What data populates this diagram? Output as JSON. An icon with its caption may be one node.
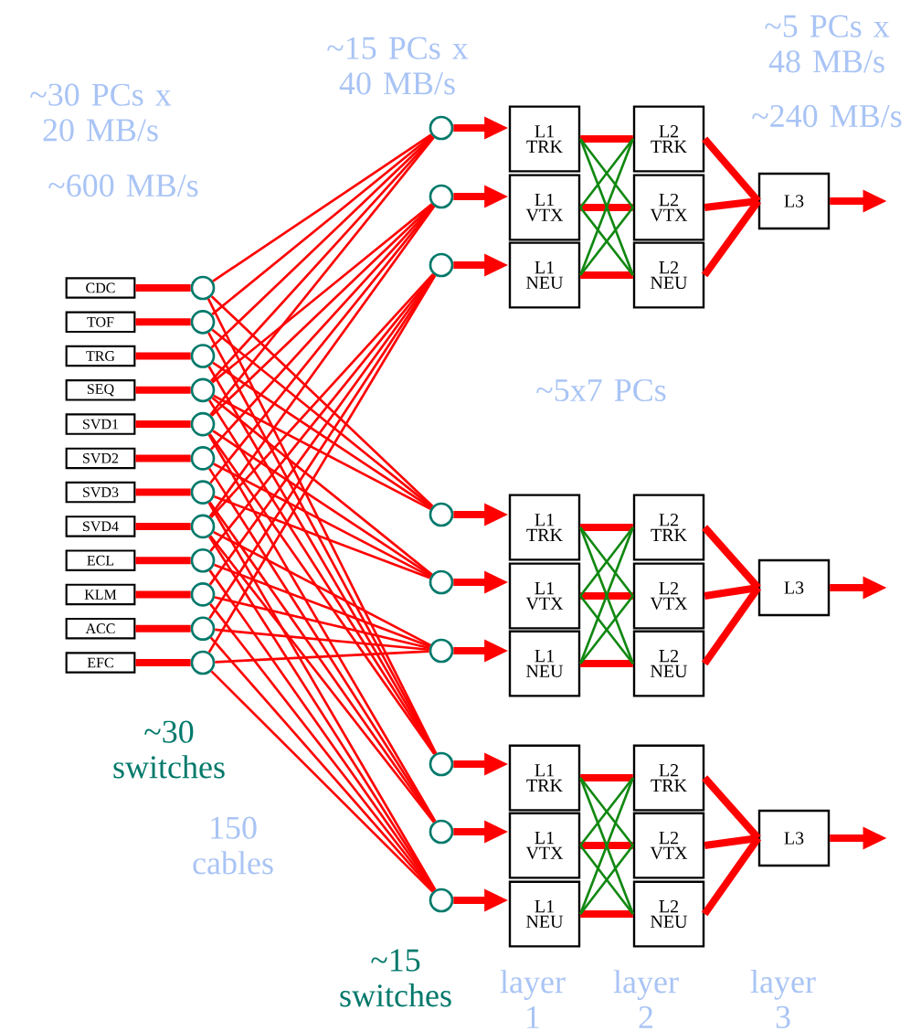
{
  "diagram": {
    "nodes": [
      {
        "text": [
          "CDC"
        ]
      },
      {
        "text": [
          "TOF"
        ]
      },
      {
        "text": [
          "TRG"
        ]
      },
      {
        "text": [
          "SEQ"
        ]
      },
      {
        "text": [
          "SVD1"
        ]
      },
      {
        "text": [
          "SVD2"
        ]
      },
      {
        "text": [
          "SVD3"
        ]
      },
      {
        "text": [
          "SVD4"
        ]
      },
      {
        "text": [
          "ECL"
        ]
      },
      {
        "text": [
          "KLM"
        ]
      },
      {
        "text": [
          "ACC"
        ]
      },
      {
        "text": [
          "EFC"
        ]
      },
      {
        "text": [],
        "shape": "circle"
      },
      {
        "text": [],
        "shape": "circle"
      },
      {
        "text": [],
        "shape": "circle"
      },
      {
        "text": [],
        "shape": "circle"
      },
      {
        "text": [],
        "shape": "circle"
      },
      {
        "text": [],
        "shape": "circle"
      },
      {
        "text": [],
        "shape": "circle"
      },
      {
        "text": [],
        "shape": "circle"
      },
      {
        "text": [],
        "shape": "circle"
      },
      {
        "text": [],
        "shape": "circle"
      },
      {
        "text": [],
        "shape": "circle"
      },
      {
        "text": [],
        "shape": "circle"
      },
      {
        "text": [],
        "shape": "circle"
      },
      {
        "text": [],
        "shape": "circle"
      },
      {
        "text": [],
        "shape": "circle"
      },
      {
        "text": [],
        "shape": "circle"
      },
      {
        "text": [],
        "shape": "circle"
      },
      {
        "text": [],
        "shape": "circle"
      },
      {
        "text": [],
        "shape": "circle"
      },
      {
        "text": [],
        "shape": "circle"
      },
      {
        "text": [],
        "shape": "circle"
      },
      {
        "text": [
          "L1 TRK"
        ]
      },
      {
        "text": [
          "L1 VTX"
        ]
      },
      {
        "text": [
          "L1 NEU"
        ]
      },
      {
        "text": [
          "L2 TRK"
        ]
      },
      {
        "text": [
          "L2 VTX"
        ]
      },
      {
        "text": [
          "L2 NEU"
        ]
      },
      {
        "text": [
          "L3"
        ]
      },
      {
        "text": [
          "L1 TRK"
        ]
      },
      {
        "text": [
          "L1 VTX"
        ]
      },
      {
        "text": [
          "L1 NEU"
        ]
      },
      {
        "text": [
          "L2 TRK"
        ]
      },
      {
        "text": [
          "L2 VTX"
        ]
      },
      {
        "text": [
          "L2 NEU"
        ]
      },
      {
        "text": [
          "L3"
        ]
      },
      {
        "text": [
          "L1 TRK"
        ]
      },
      {
        "text": [
          "L1 VTX"
        ]
      },
      {
        "text": [
          "L1 NEU"
        ]
      },
      {
        "text": [
          "L2 TRK"
        ]
      },
      {
        "text": [
          "L2 VTX"
        ]
      },
      {
        "text": [
          "L2 NEU"
        ]
      },
      {
        "text": [
          "L3"
        ]
      }
    ],
    "edges": [
      {
        "from": 0,
        "to": 12,
        "arrow": "none",
        "style": "thick"
      },
      {
        "from": 1,
        "to": 13,
        "arrow": "none",
        "style": "thick"
      },
      {
        "from": 2,
        "to": 14,
        "arrow": "none",
        "style": "thick"
      },
      {
        "from": 3,
        "to": 15,
        "arrow": "none",
        "style": "thick"
      },
      {
        "from": 4,
        "to": 16,
        "arrow": "none",
        "style": "thick"
      },
      {
        "from": 5,
        "to": 17,
        "arrow": "none",
        "style": "thick"
      },
      {
        "from": 6,
        "to": 18,
        "arrow": "none",
        "style": "thick"
      },
      {
        "from": 7,
        "to": 19,
        "arrow": "none",
        "style": "thick"
      },
      {
        "from": 8,
        "to": 20,
        "arrow": "none",
        "style": "thick"
      },
      {
        "from": 9,
        "to": 21,
        "arrow": "none",
        "style": "thick"
      },
      {
        "from": 10,
        "to": 22,
        "arrow": "none",
        "style": "thick"
      },
      {
        "from": 11,
        "to": 23,
        "arrow": "none",
        "style": "thick"
      },
      {
        "from": 12,
        "to": 24,
        "arrow": "none"
      },
      {
        "from": 13,
        "to": 24,
        "arrow": "none"
      },
      {
        "from": 14,
        "to": 24,
        "arrow": "none"
      },
      {
        "from": 15,
        "to": 24,
        "arrow": "none"
      },
      {
        "from": 16,
        "to": 24,
        "arrow": "none"
      },
      {
        "from": 15,
        "to": 25,
        "arrow": "none"
      },
      {
        "from": 16,
        "to": 25,
        "arrow": "none"
      },
      {
        "from": 17,
        "to": 25,
        "arrow": "none"
      },
      {
        "from": 18,
        "to": 25,
        "arrow": "none"
      },
      {
        "from": 19,
        "to": 25,
        "arrow": "none"
      },
      {
        "from": 19,
        "to": 26,
        "arrow": "none"
      },
      {
        "from": 20,
        "to": 26,
        "arrow": "none"
      },
      {
        "from": 21,
        "to": 26,
        "arrow": "none"
      },
      {
        "from": 22,
        "to": 26,
        "arrow": "none"
      },
      {
        "from": 23,
        "to": 26,
        "arrow": "none"
      },
      {
        "from": 12,
        "to": 27,
        "arrow": "none"
      },
      {
        "from": 13,
        "to": 27,
        "arrow": "none"
      },
      {
        "from": 14,
        "to": 27,
        "arrow": "none"
      },
      {
        "from": 15,
        "to": 27,
        "arrow": "none"
      },
      {
        "from": 15,
        "to": 28,
        "arrow": "none"
      },
      {
        "from": 16,
        "to": 28,
        "arrow": "none"
      },
      {
        "from": 17,
        "to": 28,
        "arrow": "none"
      },
      {
        "from": 18,
        "to": 28,
        "arrow": "none"
      },
      {
        "from": 19,
        "to": 29,
        "arrow": "none"
      },
      {
        "from": 20,
        "to": 29,
        "arrow": "none"
      },
      {
        "from": 21,
        "to": 29,
        "arrow": "none"
      },
      {
        "from": 22,
        "to": 29,
        "arrow": "none"
      },
      {
        "from": 23,
        "to": 29,
        "arrow": "none"
      },
      {
        "from": 12,
        "to": 30,
        "arrow": "none"
      },
      {
        "from": 13,
        "to": 30,
        "arrow": "none"
      },
      {
        "from": 14,
        "to": 30,
        "arrow": "none"
      },
      {
        "from": 15,
        "to": 30,
        "arrow": "none"
      },
      {
        "from": 16,
        "to": 30,
        "arrow": "none"
      },
      {
        "from": 16,
        "to": 31,
        "arrow": "none"
      },
      {
        "from": 17,
        "to": 31,
        "arrow": "none"
      },
      {
        "from": 18,
        "to": 31,
        "arrow": "none"
      },
      {
        "from": 19,
        "to": 31,
        "arrow": "none"
      },
      {
        "from": 18,
        "to": 32,
        "arrow": "none"
      },
      {
        "from": 19,
        "to": 32,
        "arrow": "none"
      },
      {
        "from": 20,
        "to": 32,
        "arrow": "none"
      },
      {
        "from": 21,
        "to": 32,
        "arrow": "none"
      },
      {
        "from": 22,
        "to": 32,
        "arrow": "none"
      },
      {
        "from": 23,
        "to": 32,
        "arrow": "none"
      },
      {
        "from": 24,
        "to": 33,
        "arrow": "to",
        "style": "thick"
      },
      {
        "from": 25,
        "to": 34,
        "arrow": "to",
        "style": "thick"
      },
      {
        "from": 26,
        "to": 35,
        "arrow": "to",
        "style": "thick"
      },
      {
        "from": 27,
        "to": 40,
        "arrow": "to",
        "style": "thick"
      },
      {
        "from": 28,
        "to": 41,
        "arrow": "to",
        "style": "thick"
      },
      {
        "from": 29,
        "to": 42,
        "arrow": "to",
        "style": "thick"
      },
      {
        "from": 30,
        "to": 47,
        "arrow": "to",
        "style": "thick"
      },
      {
        "from": 31,
        "to": 48,
        "arrow": "to",
        "style": "thick"
      },
      {
        "from": 32,
        "to": 49,
        "arrow": "to",
        "style": "thick"
      },
      {
        "from": 33,
        "to": 36,
        "arrow": "none",
        "style": "thick"
      },
      {
        "from": 34,
        "to": 37,
        "arrow": "none",
        "style": "thick"
      },
      {
        "from": 35,
        "to": 38,
        "arrow": "none",
        "style": "thick"
      },
      {
        "from": 33,
        "to": 37,
        "arrow": "none",
        "color": "#118811"
      },
      {
        "from": 33,
        "to": 38,
        "arrow": "none",
        "color": "#118811"
      },
      {
        "from": 34,
        "to": 36,
        "arrow": "none",
        "color": "#118811"
      },
      {
        "from": 34,
        "to": 38,
        "arrow": "none",
        "color": "#118811"
      },
      {
        "from": 35,
        "to": 36,
        "arrow": "none",
        "color": "#118811"
      },
      {
        "from": 35,
        "to": 37,
        "arrow": "none",
        "color": "#118811"
      },
      {
        "from": 36,
        "to": 39,
        "arrow": "none",
        "style": "thick"
      },
      {
        "from": 37,
        "to": 39,
        "arrow": "none",
        "style": "thick"
      },
      {
        "from": 38,
        "to": 39,
        "arrow": "none",
        "style": "thick"
      },
      {
        "from": 39,
        "to": null,
        "arrow": "to",
        "style": "thick"
      },
      {
        "from": 40,
        "to": 43,
        "arrow": "none",
        "style": "thick"
      },
      {
        "from": 41,
        "to": 44,
        "arrow": "none",
        "style": "thick"
      },
      {
        "from": 42,
        "to": 45,
        "arrow": "none",
        "style": "thick"
      },
      {
        "from": 40,
        "to": 44,
        "arrow": "none",
        "color": "#118811"
      },
      {
        "from": 40,
        "to": 45,
        "arrow": "none",
        "color": "#118811"
      },
      {
        "from": 41,
        "to": 43,
        "arrow": "none",
        "color": "#118811"
      },
      {
        "from": 41,
        "to": 45,
        "arrow": "none",
        "color": "#118811"
      },
      {
        "from": 42,
        "to": 43,
        "arrow": "none",
        "color": "#118811"
      },
      {
        "from": 42,
        "to": 44,
        "arrow": "none",
        "color": "#118811"
      },
      {
        "from": 43,
        "to": 46,
        "arrow": "none",
        "style": "thick"
      },
      {
        "from": 44,
        "to": 46,
        "arrow": "none",
        "style": "thick"
      },
      {
        "from": 45,
        "to": 46,
        "arrow": "none",
        "style": "thick"
      },
      {
        "from": 46,
        "to": null,
        "arrow": "to",
        "style": "thick"
      },
      {
        "from": 47,
        "to": 50,
        "arrow": "none",
        "style": "thick"
      },
      {
        "from": 48,
        "to": 51,
        "arrow": "none",
        "style": "thick"
      },
      {
        "from": 49,
        "to": 52,
        "arrow": "none",
        "style": "thick"
      },
      {
        "from": 47,
        "to": 51,
        "arrow": "none",
        "color": "#118811"
      },
      {
        "from": 47,
        "to": 52,
        "arrow": "none",
        "color": "#118811"
      },
      {
        "from": 48,
        "to": 50,
        "arrow": "none",
        "color": "#118811"
      },
      {
        "from": 48,
        "to": 52,
        "arrow": "none",
        "color": "#118811"
      },
      {
        "from": 49,
        "to": 50,
        "arrow": "none",
        "color": "#118811"
      },
      {
        "from": 49,
        "to": 51,
        "arrow": "none",
        "color": "#118811"
      },
      {
        "from": 50,
        "to": 53,
        "arrow": "none",
        "style": "thick"
      },
      {
        "from": 51,
        "to": 53,
        "arrow": "none",
        "style": "thick"
      },
      {
        "from": 52,
        "to": 53,
        "arrow": "none",
        "style": "thick"
      },
      {
        "from": 53,
        "to": null,
        "arrow": "to",
        "style": "thick"
      }
    ],
    "labels": [
      "~30 PCs x 20 MB/s",
      "~600 MB/s",
      "~15 PCs x 40 MB/s",
      "~5 PCs x 48 MB/s",
      "~240 MB/s",
      "~5x7 PCs",
      "~30 switches",
      "150 cables",
      "~15 switches",
      "layer 1",
      "layer 2",
      "layer 3"
    ]
  }
}
